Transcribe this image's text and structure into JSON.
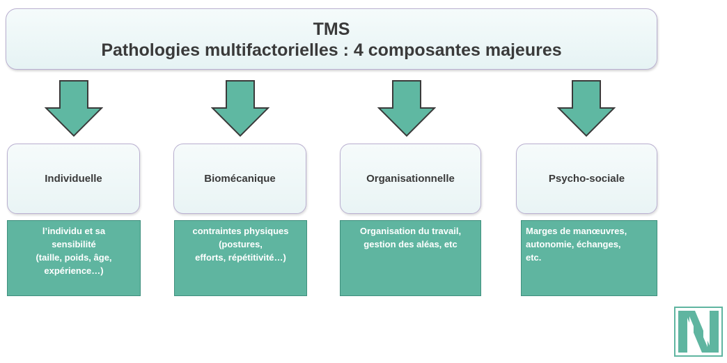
{
  "header": {
    "line1": "TMS",
    "line2": "Pathologies multifactorielles : 4 composantes majeures"
  },
  "components": [
    {
      "title": "Individuelle",
      "description": [
        "l’individu et sa",
        "sensibilité",
        "(taille, poids, âge,",
        "expérience…)"
      ]
    },
    {
      "title": "Biomécanique",
      "description": [
        "contraintes physiques",
        "(postures,",
        "efforts, répétitivité…)"
      ]
    },
    {
      "title": "Organisationnelle",
      "description": [
        "Organisation du travail,",
        "gestion des aléas, etc"
      ]
    },
    {
      "title": "Psycho-sociale",
      "description": [
        "Marges de manœuvres,",
        "autonomie, échanges,",
        "etc."
      ]
    }
  ],
  "logo": {
    "letter": "N"
  },
  "colors": {
    "accent": "#5fb5a0",
    "arrow_fill": "#5fb8a2",
    "arrow_stroke": "#3a3a3a",
    "box_border": "#b9afd0",
    "header_fill": "#eef7f8",
    "text": "#3a3a3a"
  }
}
